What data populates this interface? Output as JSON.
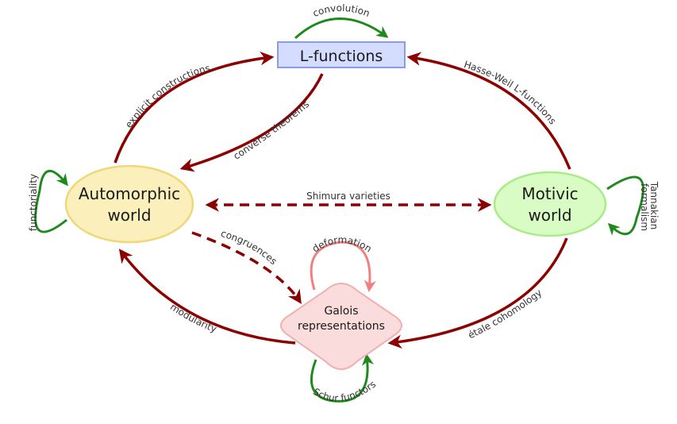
{
  "colors": {
    "edge_red": "#8b0000",
    "edge_green": "#1e8a1e",
    "edge_pink": "#f08080",
    "lfunc_fill": "#d4dcff",
    "lfunc_stroke": "#8c9ce0",
    "auto_fill": "#fbefbc",
    "auto_stroke": "#eed87a",
    "motivic_fill": "#d8fcc4",
    "motivic_stroke": "#a8ec88",
    "galois_fill": "#fadcdc",
    "galois_stroke": "#eeb0b0"
  },
  "nodes": {
    "lfunctions": {
      "label": "L-functions"
    },
    "automorphic": {
      "line1": "Automorphic",
      "line2": "world"
    },
    "motivic": {
      "line1": "Motivic",
      "line2": "world"
    },
    "galois": {
      "line1": "Galois",
      "line2": "representations"
    }
  },
  "edges": {
    "convolution": "convolution",
    "explicit_constructions": "explicit constructions",
    "converse_theorems": "converse theorems",
    "hasse_weil": "Hasse-Weil L-functions",
    "functoriality": "functoriality",
    "tannakian_1": "Tannakian",
    "tannakian_2": "formalism",
    "shimura": "Shimura varieties",
    "congruences": "congruences",
    "deformation": "deformation",
    "modularity": "modularity",
    "etale": "étale cohomology",
    "schur": "Schur functors"
  }
}
